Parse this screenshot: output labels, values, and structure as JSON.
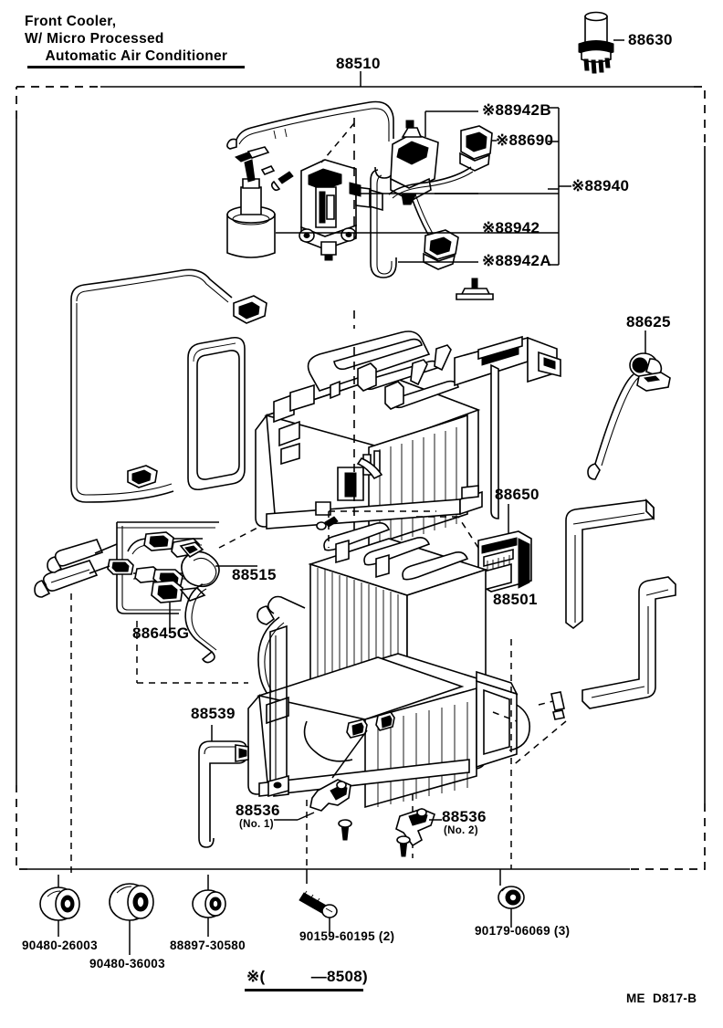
{
  "diagram": {
    "title_lines": [
      "Front Cooler,",
      "W/ Micro Processed",
      "     Automatic Air Conditioner"
    ],
    "footer_code": "ME  D817-B",
    "footnote": "※(          —8508)",
    "sheet_kind": "exploded-parts-diagram"
  },
  "callouts": {
    "top_assembly_number": "88510",
    "expansion_sensor": "88630",
    "thermistor": "88625",
    "amplifier": "88650",
    "evaporator_core": "88501",
    "suction_tube": "88515",
    "liquid_tube": "88645G",
    "drain_hose": "88539",
    "harness_group": "※88940",
    "harness_b": "※88942B",
    "connector": "※88690",
    "harness_main": "※88942",
    "harness_a": "※88942A",
    "bracket_no1": "88536",
    "bracket_no1_sub": "(No. 1)",
    "bracket_no2": "88536",
    "bracket_no2_sub": "(No. 2)"
  },
  "hardware": [
    {
      "name": "grommet-26003",
      "number": "90480-26003"
    },
    {
      "name": "grommet-36003",
      "number": "90480-36003"
    },
    {
      "name": "grommet-30580",
      "number": "88897-30580"
    },
    {
      "name": "screw-60195",
      "number": "90159-60195 (2)"
    },
    {
      "name": "nut-06069",
      "number": "90179-06069 (3)"
    }
  ],
  "colors": {
    "ink": "#000000",
    "paper": "#ffffff"
  }
}
